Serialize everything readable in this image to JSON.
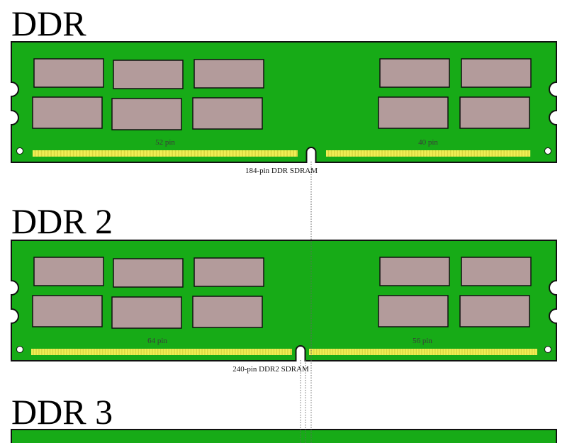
{
  "colors": {
    "pcb": "#17ab17",
    "outline": "#111111",
    "chip": "#b39b9b",
    "pin": "#f0ee55",
    "pin_gap": "#d9d640",
    "background": "#ffffff",
    "dotted_line": "#666666",
    "pin_label": "#3b3b3b",
    "caption": "#111111"
  },
  "modules": [
    {
      "title": "DDR",
      "left_label": "52 pin",
      "right_label": "40 pin",
      "caption": "184-pin DDR SDRAM"
    },
    {
      "title": "DDR 2",
      "left_label": "64 pin",
      "right_label": "56 pin",
      "caption": "240-pin DDR2 SDRAM"
    },
    {
      "title": "DDR 3"
    }
  ],
  "icons": [
    "ram-module-pcb",
    "memory-chip",
    "key-notch",
    "side-notch",
    "mounting-hole"
  ]
}
